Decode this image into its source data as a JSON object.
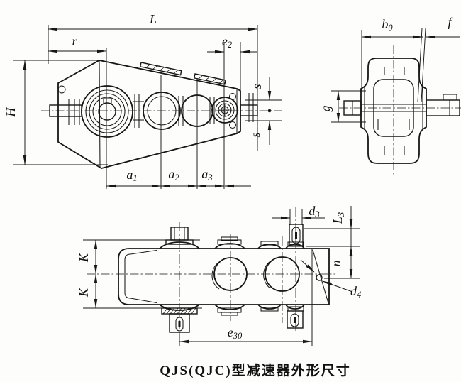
{
  "caption": "QJS(QJC)型减速器外形尺寸",
  "views": {
    "side": "side-elevation-view",
    "end": "end-view",
    "top": "plan-view"
  },
  "dims": {
    "L": {
      "main": "L",
      "sub": ""
    },
    "r": {
      "main": "r",
      "sub": ""
    },
    "e2": {
      "main": "e",
      "sub": "2"
    },
    "H": {
      "main": "H",
      "sub": ""
    },
    "s_upper": {
      "main": "s",
      "sub": ""
    },
    "s_lower": {
      "main": "s",
      "sub": ""
    },
    "a1": {
      "main": "a",
      "sub": "1"
    },
    "a2": {
      "main": "a",
      "sub": "2"
    },
    "a3": {
      "main": "a",
      "sub": "3"
    },
    "b0": {
      "main": "b",
      "sub": "0"
    },
    "f": {
      "main": "f",
      "sub": ""
    },
    "g": {
      "main": "g",
      "sub": ""
    },
    "d3": {
      "main": "d",
      "sub": "3"
    },
    "L3": {
      "main": "L",
      "sub": "3"
    },
    "K_upper": {
      "main": "K",
      "sub": ""
    },
    "K_lower": {
      "main": "K",
      "sub": ""
    },
    "n": {
      "main": "n",
      "sub": ""
    },
    "d4": {
      "main": "d",
      "sub": "4"
    },
    "e30": {
      "main": "e",
      "sub": "30"
    }
  }
}
